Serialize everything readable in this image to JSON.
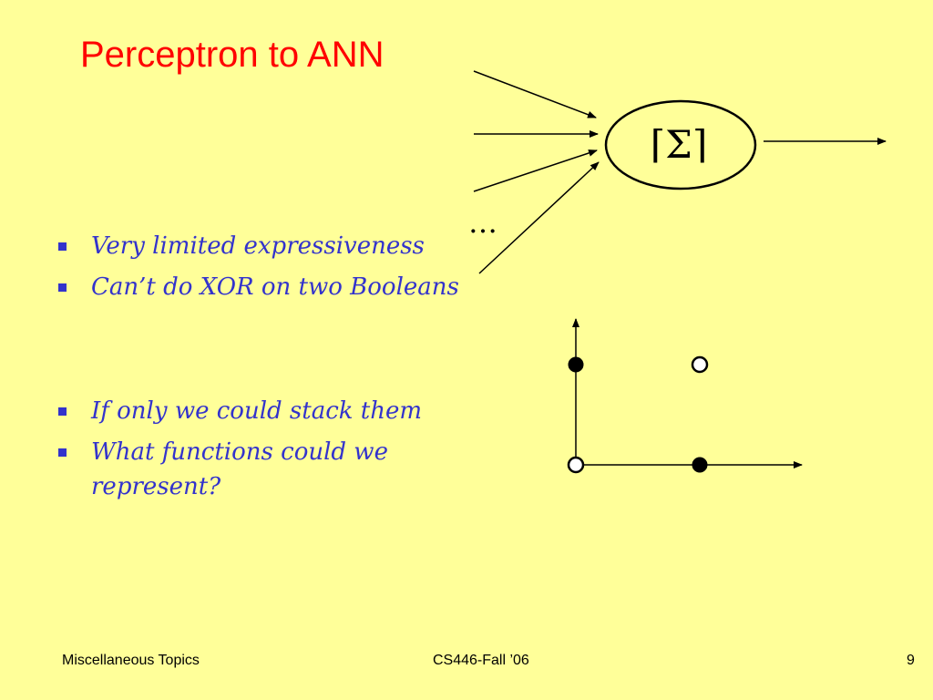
{
  "slide": {
    "title": "Perceptron to ANN",
    "bullets": [
      "Very limited expressiveness",
      "Can’t do XOR on two Booleans",
      "If only we could stack them",
      "What functions could we",
      "represent?"
    ]
  },
  "perceptron": {
    "symbol": "⌈Σ⌉",
    "ellipsis": "…"
  },
  "xor_plot": {
    "points": [
      {
        "x": 0,
        "y": 0,
        "fill": "open"
      },
      {
        "x": 1,
        "y": 0,
        "fill": "filled"
      },
      {
        "x": 0,
        "y": 1,
        "fill": "filled"
      },
      {
        "x": 1,
        "y": 1,
        "fill": "open"
      }
    ]
  },
  "footer": {
    "left": "Miscellaneous Topics",
    "center": "CS446-Fall ’06",
    "page_number": "9"
  },
  "colors": {
    "background": "#FFFF99",
    "title": "#FF0000",
    "body_text": "#3333CC"
  }
}
